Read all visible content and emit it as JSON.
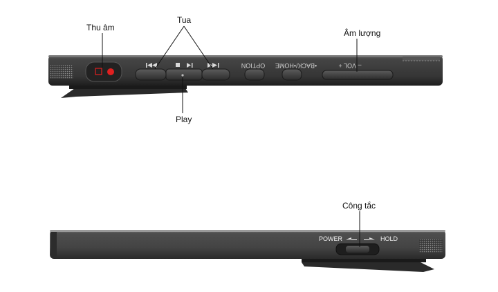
{
  "callouts": {
    "record": "Thu âm",
    "seek": "Tua",
    "volume": "Âm lượng",
    "play": "Play",
    "switch": "Công tắc"
  },
  "top_device": {
    "buttons": {
      "option": "OPTION",
      "back_home": "•BACK/•HOME",
      "vol": "– VOL +"
    },
    "icons": [
      "rec-icon",
      "stop-icon",
      "rewind-icon",
      "play-stop-icon",
      "fast-forward-icon"
    ]
  },
  "bottom_device": {
    "power": "POWER",
    "hold": "HOLD"
  },
  "colors": {
    "body": "#3a3a3a",
    "record_red": "#e02020",
    "text_light": "#d8d8d8"
  }
}
